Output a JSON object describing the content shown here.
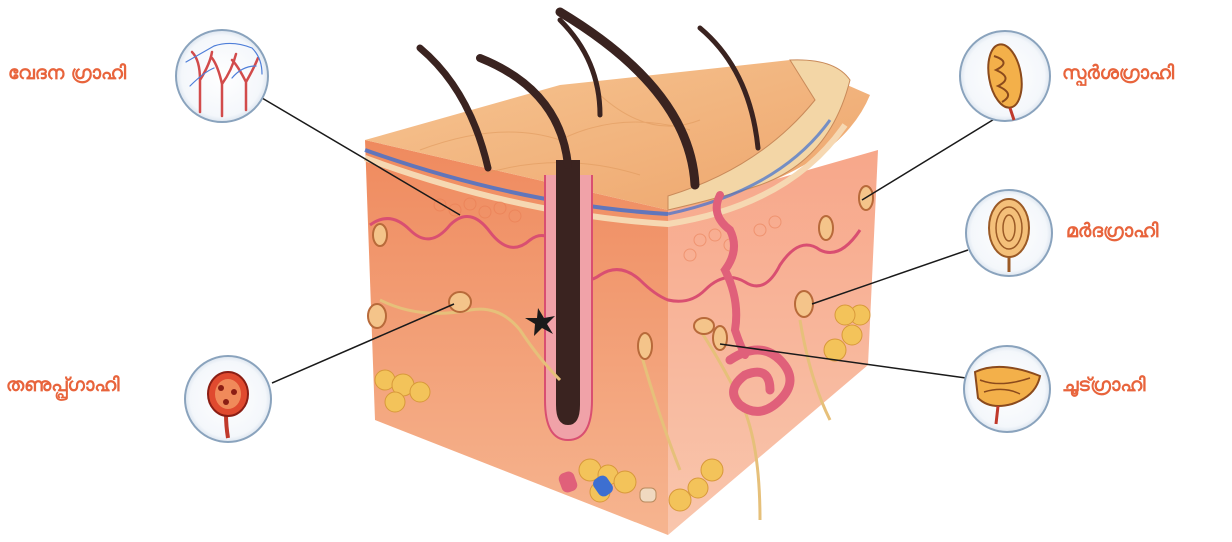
{
  "labels": {
    "pain": "വേദന  ഗ്രാഹി",
    "cold": "തണുപ്പ്ഗ്രാഹി",
    "touch": "സ്പർശഗ്രാഹി",
    "pressure": "മർദഗ്രാഹി",
    "heat": "ചൂട്ഗ്രാഹി"
  },
  "colors": {
    "label": "#e8643c",
    "skin_surface": "#f2b27a",
    "dermis": "#f08a62",
    "fat": "#f3c35a",
    "hair": "#3a2320",
    "sweat_gland": "#e0607a",
    "vein": "#3d6fd1",
    "leader_line": "#1a1a1a"
  }
}
